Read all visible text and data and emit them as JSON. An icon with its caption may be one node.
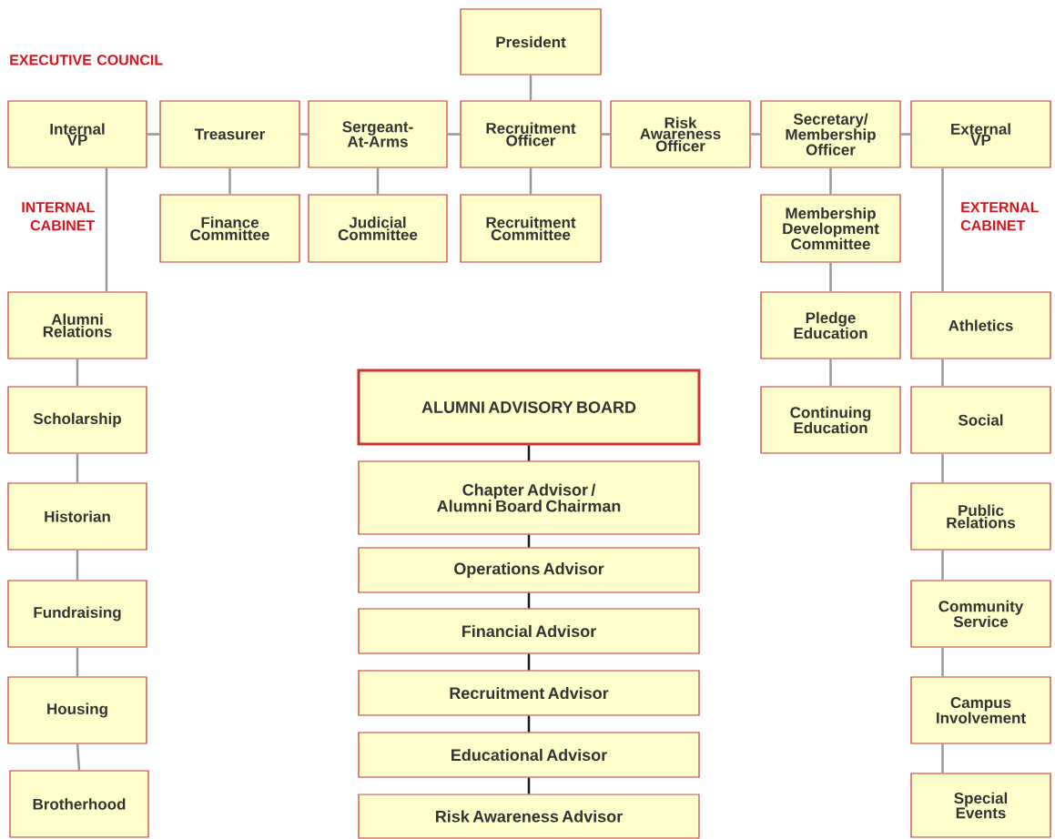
{
  "diagram": {
    "nodes": [
      {
        "text": [
          "President"
        ]
      },
      {
        "text": [
          "Internal VP"
        ]
      },
      {
        "text": [
          "Treasurer"
        ]
      },
      {
        "text": [
          "Sergeant-At-Arms"
        ]
      },
      {
        "text": [
          "Recruitment Officer"
        ]
      },
      {
        "text": [
          "Risk Awareness Officer"
        ]
      },
      {
        "text": [
          "Secretary/ Membership Officer"
        ]
      },
      {
        "text": [
          "External VP"
        ]
      },
      {
        "text": [
          "Finance Committee"
        ]
      },
      {
        "text": [
          "Judicial Committee"
        ]
      },
      {
        "text": [
          "Recruitment Committee"
        ]
      },
      {
        "text": [
          "Membership Development Committee"
        ]
      },
      {
        "text": [
          "Alumni Relations"
        ]
      },
      {
        "text": [
          "Scholarship"
        ]
      },
      {
        "text": [
          "Historian"
        ]
      },
      {
        "text": [
          "Fundraising"
        ]
      },
      {
        "text": [
          "Housing"
        ]
      },
      {
        "text": [
          "Brotherhood"
        ]
      },
      {
        "text": [
          "Pledge Education"
        ]
      },
      {
        "text": [
          "Continuing Education"
        ]
      },
      {
        "text": [
          "Athletics"
        ]
      },
      {
        "text": [
          "Social"
        ]
      },
      {
        "text": [
          "Public Relations"
        ]
      },
      {
        "text": [
          "Community Service"
        ]
      },
      {
        "text": [
          "Campus Involvement"
        ]
      },
      {
        "text": [
          "Special Events"
        ]
      },
      {
        "text": [
          "ALUMNI ADVISORY BOARD"
        ]
      },
      {
        "text": [
          "Chapter Advisor / Alumni Board Chairman"
        ]
      },
      {
        "text": [
          "Operations Advisor"
        ]
      },
      {
        "text": [
          "Financial Advisor"
        ]
      },
      {
        "text": [
          "Recruitment Advisor"
        ]
      },
      {
        "text": [
          "Educational Advisor"
        ]
      },
      {
        "text": [
          "Risk Awareness Advisor"
        ]
      }
    ],
    "edges": [
      {
        "from": 0,
        "to": 4,
        "arrow": "none"
      },
      {
        "from": 1,
        "to": 2,
        "arrow": "none"
      },
      {
        "from": 2,
        "to": 3,
        "arrow": "none"
      },
      {
        "from": 3,
        "to": 4,
        "arrow": "none"
      },
      {
        "from": 4,
        "to": 5,
        "arrow": "none"
      },
      {
        "from": 5,
        "to": 6,
        "arrow": "none"
      },
      {
        "from": 6,
        "to": 7,
        "arrow": "none"
      },
      {
        "from": 2,
        "to": 8,
        "arrow": "none"
      },
      {
        "from": 3,
        "to": 9,
        "arrow": "none"
      },
      {
        "from": 4,
        "to": 10,
        "arrow": "none"
      },
      {
        "from": 6,
        "to": 11,
        "arrow": "none"
      },
      {
        "from": 11,
        "to": 18,
        "arrow": "none"
      },
      {
        "from": 18,
        "to": 19,
        "arrow": "none"
      },
      {
        "from": 1,
        "to": 12,
        "arrow": "none"
      },
      {
        "from": 12,
        "to": 13,
        "arrow": "none"
      },
      {
        "from": 13,
        "to": 14,
        "arrow": "none"
      },
      {
        "from": 14,
        "to": 15,
        "arrow": "none"
      },
      {
        "from": 15,
        "to": 16,
        "arrow": "none"
      },
      {
        "from": 16,
        "to": 17,
        "arrow": "none"
      },
      {
        "from": 7,
        "to": 20,
        "arrow": "none"
      },
      {
        "from": 20,
        "to": 21,
        "arrow": "none"
      },
      {
        "from": 21,
        "to": 22,
        "arrow": "none"
      },
      {
        "from": 22,
        "to": 23,
        "arrow": "none"
      },
      {
        "from": 23,
        "to": 24,
        "arrow": "none"
      },
      {
        "from": 24,
        "to": 25,
        "arrow": "none"
      },
      {
        "from": 26,
        "to": 27,
        "arrow": "none",
        "color": "#1a1a1a"
      },
      {
        "from": 27,
        "to": 28,
        "arrow": "none",
        "color": "#1a1a1a"
      },
      {
        "from": 28,
        "to": 29,
        "arrow": "none",
        "color": "#1a1a1a"
      },
      {
        "from": 29,
        "to": 30,
        "arrow": "none",
        "color": "#1a1a1a"
      },
      {
        "from": 30,
        "to": 31,
        "arrow": "none",
        "color": "#1a1a1a"
      },
      {
        "from": 31,
        "to": 32,
        "arrow": "none",
        "color": "#1a1a1a"
      }
    ],
    "labels": [
      "EXECUTIVE COUNCIL",
      "INTERNAL CABINET",
      "EXTERNAL CABINET"
    ]
  }
}
